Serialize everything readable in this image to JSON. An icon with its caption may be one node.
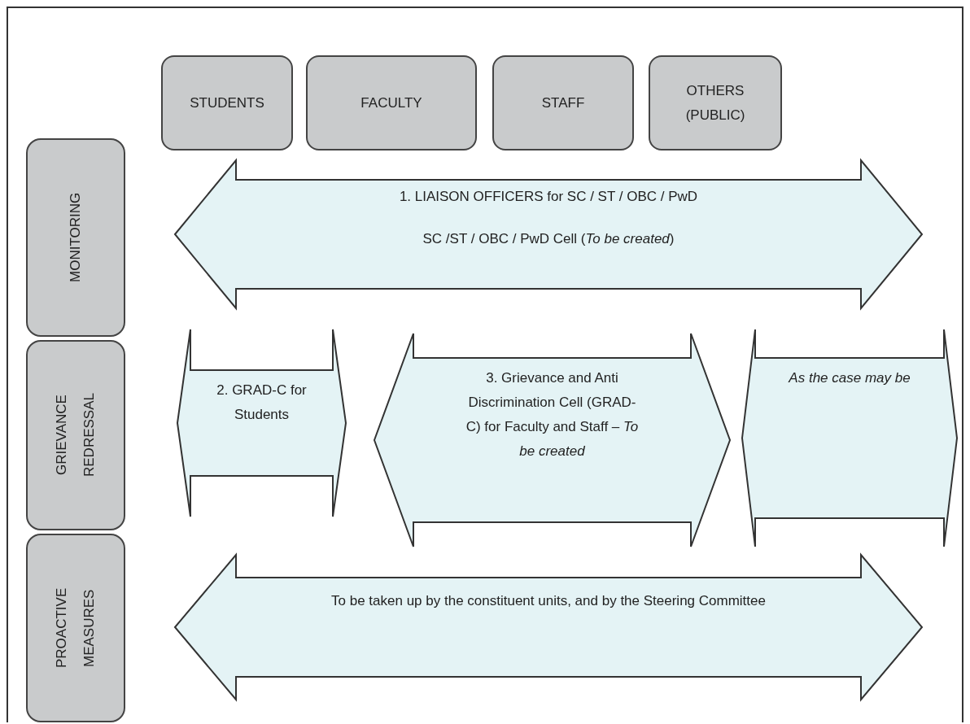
{
  "diagram": {
    "nodes": [
      {
        "text": [
          "STUDENTS"
        ]
      },
      {
        "text": [
          "FACULTY"
        ]
      },
      {
        "text": [
          "STAFF"
        ]
      },
      {
        "text": [
          "OTHERS (PUBLIC)"
        ]
      },
      {
        "text": [
          "MONITORING"
        ]
      },
      {
        "text": [
          "GRIEVANCE REDRESSAL"
        ]
      },
      {
        "text": [
          "PROACTIVE MEASURES"
        ]
      },
      {
        "text": [
          "1.    LIAISON OFFICERS for SC / ST / OBC / PwD",
          "SC /ST / OBC / PwD Cell (*To be created*)"
        ]
      },
      {
        "text": [
          "2. GRAD-C for Students"
        ]
      },
      {
        "text": [
          "3. Grievance and Anti Discrimination Cell (GRAD-C) for Faculty and Staff – *To be created*"
        ]
      },
      {
        "text": [
          "As the case may be"
        ]
      },
      {
        "text": [
          "To be taken up by the constituent units, and by the Steering Committee"
        ]
      }
    ],
    "edges": []
  }
}
